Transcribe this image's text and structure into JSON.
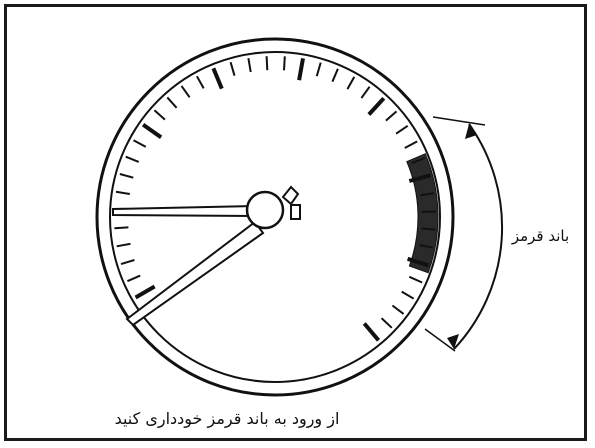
{
  "labels": {
    "band": "باند قرمز",
    "caption": "از ورود به باند قرمز خودداری کنید"
  },
  "colors": {
    "ink": "#111111",
    "red_band": "#2a2a2a",
    "background": "#ffffff"
  },
  "gauge": {
    "red_band_range": [
      0.72,
      1.0
    ]
  }
}
